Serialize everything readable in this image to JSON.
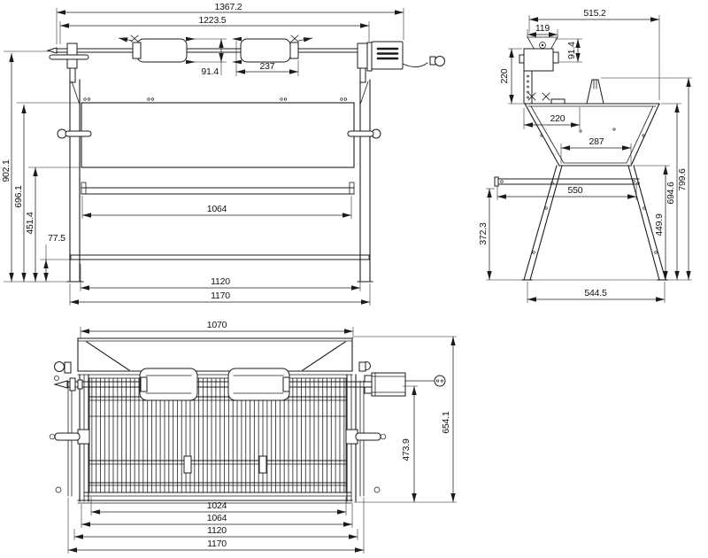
{
  "drawing": {
    "type": "technical-orthographic-views",
    "subject": "rotisserie-spit-bbq-grill",
    "front_view": {
      "dims": {
        "overall_width": "1367.2",
        "spit_length": "1223.5",
        "fork_height": "91.4",
        "fork_length": "237",
        "overall_height": "902.1",
        "body_top_height": "696.1",
        "shelf_height": "451.4",
        "bottom_shelf_height": "77.5",
        "shelf_width": "1064",
        "inner_leg_span": "1120",
        "outer_width": "1170"
      }
    },
    "side_view": {
      "dims": {
        "overall_depth": "515.2",
        "motor_bracket_width": "119",
        "motor_height": "91.4",
        "motor_column_height": "220",
        "table_edge_depth": "220",
        "firebox_bottom_depth": "287",
        "side_shelf_depth": "550",
        "shelf_to_ground": "372.3",
        "leg_section_height": "449.9",
        "body_top_to_ground": "694.6",
        "overall_height": "799.6",
        "foot_span": "544.5"
      }
    },
    "top_view": {
      "dims": {
        "hood_width": "1070",
        "grate_depth": "473.9",
        "overall_depth": "654.1",
        "grate_width": "1024",
        "inner_frame_width": "1064",
        "frame_width": "1120",
        "overall_width": "1170"
      }
    }
  }
}
